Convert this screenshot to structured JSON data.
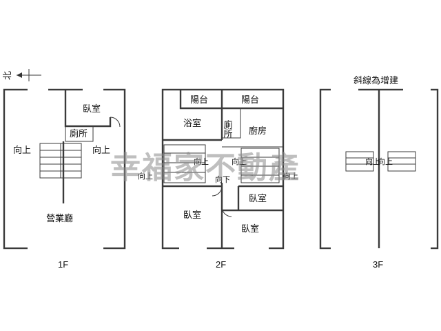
{
  "compass": {
    "label": "北"
  },
  "floors": [
    {
      "id": "1F",
      "label": "1F",
      "rooms": {
        "bedroom": "臥室",
        "toilet": "廁所",
        "hall": "營業廳"
      },
      "stairs": {
        "up_left": "向上",
        "up_right": "向上"
      }
    },
    {
      "id": "2F",
      "label": "2F",
      "rooms": {
        "balcony_left": "陽台",
        "balcony_right": "陽台",
        "bathroom": "浴室",
        "toilet": "廁所",
        "kitchen": "廚房",
        "bedroom_left": "臥室",
        "bedroom_small": "臥室",
        "bedroom_right": "臥室"
      },
      "stairs": {
        "up_a": "向上",
        "up_b": "向上",
        "up_c": "向上",
        "up_d": "向上",
        "down": "向下"
      }
    },
    {
      "id": "3F",
      "label": "3F",
      "note": "斜線為增建",
      "stairs": {
        "up_a": "向上",
        "up_b": "向上"
      }
    }
  ],
  "watermark": "幸福家不動產"
}
